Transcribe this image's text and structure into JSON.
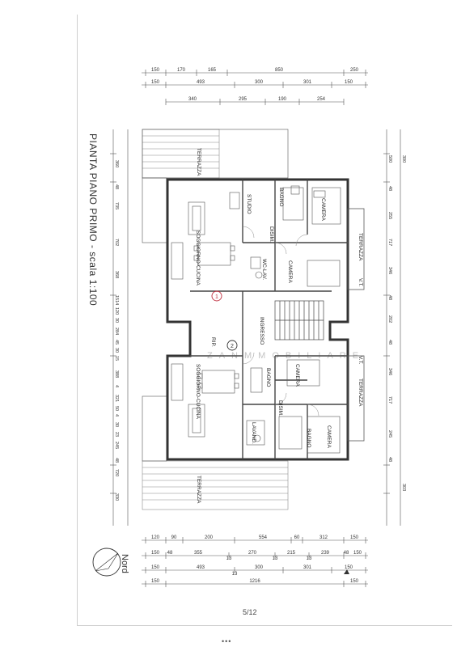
{
  "sheet": {
    "title": "PIANTA PIANO PRIMO - scala 1:100",
    "north_label": "Nord",
    "page_number": "5/12",
    "footer_dots": "•••",
    "watermark": "ZANMMOBILIARE"
  },
  "rooms": {
    "studio": "STUDIO",
    "bagno_top": "BAGNO",
    "camera_top_right": "CAMERA",
    "soggiorno_top": "SOGGIORNO-CUCINA",
    "disim_top": "DISIM.",
    "wc_lav": "WC-LAV.",
    "camera_top_mid": "CAMERA",
    "terrazza_right_top": "TERRAZZA",
    "vt_top": "V.T.",
    "ingresso": "INGRESSO",
    "rip": "RIP.",
    "soggiorno_bottom": "SOGGIORNO-CUCINA",
    "bagno_bottom_left": "BAGNO",
    "camera_bottom_mid": "CAMERA",
    "vt_bottom": "V.T.",
    "terrazza_right_bottom": "TERRAZZA",
    "disim_bottom": "DISIM.",
    "lavand": "LAVAND.",
    "bagno_bottom": "BAGNO",
    "camera_bottom": "CAMERA",
    "terrazza_left_top": "TERRAZZA",
    "terrazza_left_bottom": "TERRAZZA",
    "marker_1": "1",
    "marker_2": "2"
  },
  "dims": {
    "top_row1": [
      "150",
      "170",
      "165",
      "850",
      "250"
    ],
    "top_row2": [
      "150",
      "493",
      "300",
      "301",
      "150"
    ],
    "top_row3": [
      "340",
      "295",
      "190",
      "254"
    ],
    "left": [
      "360",
      "48",
      "735",
      "702",
      "368",
      "1514",
      "120",
      "30",
      "284",
      "45",
      "30",
      "15",
      "388",
      "4",
      "321",
      "50",
      "4",
      "30",
      "23",
      "245",
      "48",
      "720",
      "330"
    ],
    "right": [
      "500",
      "300",
      "48",
      "255",
      "717",
      "346",
      "48",
      "202",
      "48",
      "346",
      "717",
      "245",
      "48",
      "303"
    ],
    "bottom_row1": [
      "120",
      "90",
      "200",
      "554",
      "60",
      "312",
      "150"
    ],
    "bottom_row2": [
      "150",
      "48",
      "355",
      "13",
      "270",
      "13",
      "215",
      "13",
      "239",
      "48",
      "150"
    ],
    "bottom_row3": [
      "150",
      "493",
      "13",
      "300",
      "301",
      "150"
    ],
    "bottom_row4": [
      "150",
      "1216",
      "150"
    ]
  }
}
